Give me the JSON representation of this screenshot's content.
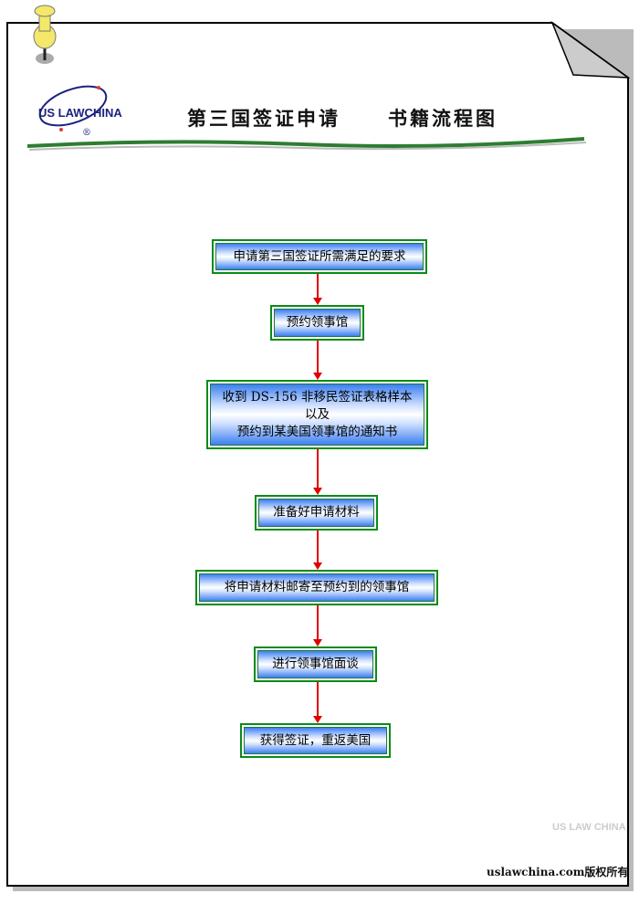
{
  "header": {
    "title_left": "第三国签证申请",
    "title_right": "书籍流程图",
    "logo_text": "US LAW CHINA"
  },
  "flow": [
    {
      "lines": [
        "申请第三国签证所需满足的要求"
      ]
    },
    {
      "lines": [
        "预约领事馆"
      ]
    },
    {
      "lines": [
        "收到 DS-156 非移民签证表格样本",
        "以及",
        "预约到某美国领事馆的通知书"
      ]
    },
    {
      "lines": [
        "准备好申请材料"
      ]
    },
    {
      "lines": [
        "将申请材料邮寄至预约到的领事馆"
      ]
    },
    {
      "lines": [
        "进行领事馆面谈"
      ]
    },
    {
      "lines": [
        "获得签证，重返美国"
      ]
    }
  ],
  "footer": {
    "copyright": "uslawchina.com版权所有",
    "watermark": "US LAW CHINA"
  },
  "colors": {
    "border": "#0a8a1a",
    "arrow": "#e00000",
    "box_blue": "#3d7ff0"
  }
}
